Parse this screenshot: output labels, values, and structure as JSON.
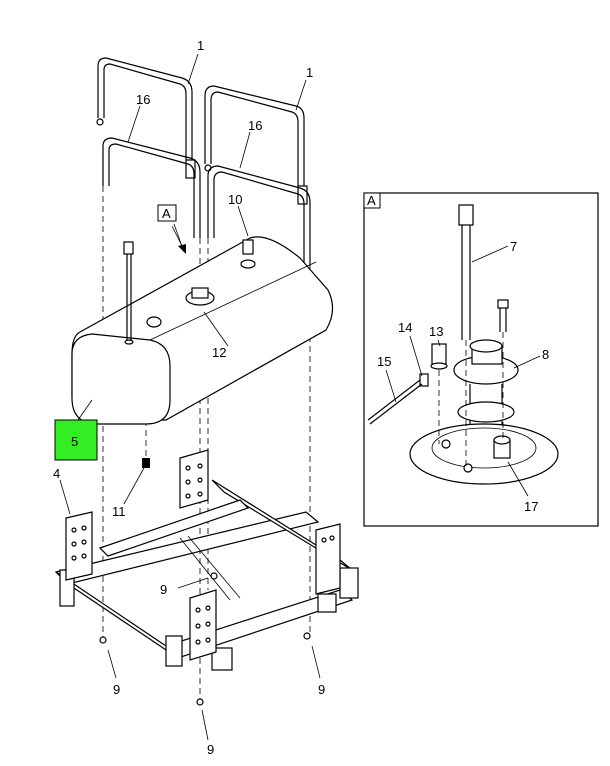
{
  "callouts": {
    "c1a": "1",
    "c1b": "1",
    "c16a": "16",
    "c16b": "16",
    "c10": "10",
    "c12": "12",
    "c5": "5",
    "c4": "4",
    "c11": "11",
    "c9a": "9",
    "c9b": "9",
    "c9c": "9",
    "c9d": "9"
  },
  "view_label_main": "A",
  "detail": {
    "label": "A",
    "callouts": {
      "c7": "7",
      "c8": "8",
      "c13": "13",
      "c14": "14",
      "c15": "15",
      "c17": "17"
    }
  },
  "highlight_color": "#33ee22"
}
